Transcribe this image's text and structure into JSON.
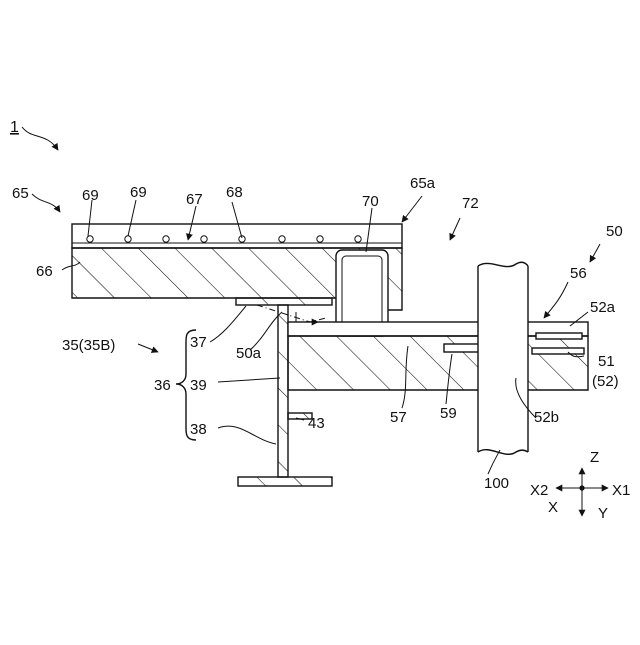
{
  "labels": {
    "ref_1": "1",
    "ref_65": "65",
    "ref_69a": "69",
    "ref_69b": "69",
    "ref_67": "67",
    "ref_68": "68",
    "ref_70": "70",
    "ref_65a": "65a",
    "ref_72": "72",
    "ref_50": "50",
    "ref_66": "66",
    "ref_56": "56",
    "ref_52a": "52a",
    "ref_35": "35(35B)",
    "ref_37": "37",
    "ref_50a": "50a",
    "ref_51": "51",
    "ref_52": "(52)",
    "ref_36": "36",
    "ref_39": "39",
    "ref_38": "38",
    "ref_43": "43",
    "ref_57": "57",
    "ref_59": "59",
    "ref_52b": "52b",
    "ref_100": "100"
  },
  "axes": {
    "z": "Z",
    "x1": "X1",
    "x2": "X2",
    "x": "X",
    "y": "Y"
  }
}
